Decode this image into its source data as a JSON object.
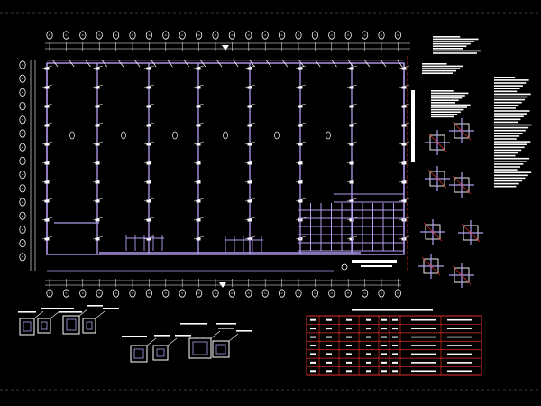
{
  "drawing": {
    "background": "#000000",
    "colors": {
      "grid_line": "#ffffff",
      "beam": "#b59cf0",
      "column": "#ffffff",
      "table_border": "#e0302a",
      "cut_line": "#e0302a",
      "text": "#ffffff"
    },
    "plan": {
      "top_axis_count": 22,
      "bottom_axis_count": 22,
      "left_axis_count": 15,
      "main_bays": 7,
      "column_rows": 10
    },
    "schedule_table": {
      "rows": 6,
      "cols": 7
    }
  }
}
